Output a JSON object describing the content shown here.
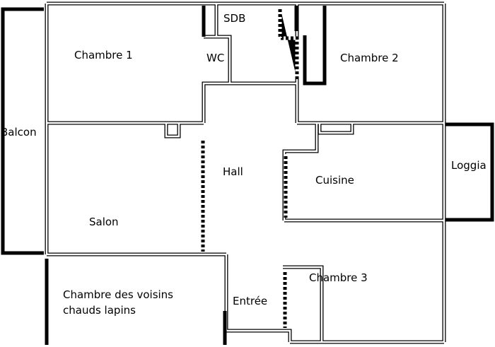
{
  "rooms": {
    "chambre1": "Chambre 1",
    "sdb": "SDB",
    "wc": "WC",
    "chambre2": "Chambre 2",
    "balcon": "Balcon",
    "hall": "Hall",
    "cuisine": "Cuisine",
    "loggia": "Loggia",
    "salon": "Salon",
    "voisins_line1": "Chambre des voisins",
    "voisins_line2": "chauds lapins",
    "entree": "Entrée",
    "chambre3": "Chambre 3"
  },
  "colors": {
    "wall": "#000000",
    "background": "#ffffff"
  }
}
